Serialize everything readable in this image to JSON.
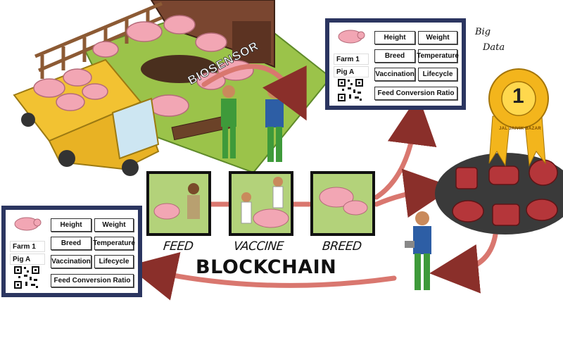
{
  "labels": {
    "biosensor": "BIOSENSOR",
    "big_data_line1": "Big",
    "big_data_line2": "Data",
    "feed": "FEED",
    "vaccine": "VACCINE",
    "breed": "BREED",
    "blockchain": "BLOCKCHAIN"
  },
  "panel_top": {
    "farm": "Farm 1",
    "pig": "Pig A",
    "buttons": [
      "Height",
      "Weight",
      "Breed",
      "Temperature",
      "Vaccination",
      "Lifecycle",
      "Feed Conversion Ratio"
    ]
  },
  "panel_bottom": {
    "farm": "Farm 1",
    "pig": "Pig A",
    "buttons": [
      "Height",
      "Weight",
      "Breed",
      "Temperature",
      "Vaccination",
      "Lifecycle",
      "Feed Conversion Ratio"
    ]
  },
  "badge": {
    "rank": "1",
    "ring_text": "JAL JAIVIK BAZAR"
  },
  "colors": {
    "arrow": "#d9776f",
    "arrow_stroke": "#8a2f2a",
    "panel_border": "#2b3560",
    "grass": "#9bc34a",
    "pig": "#f2a6b4",
    "truck": "#f2c232",
    "meat": "#b5363a",
    "plate": "#3a3a3a",
    "medal": "#f3b51c"
  }
}
